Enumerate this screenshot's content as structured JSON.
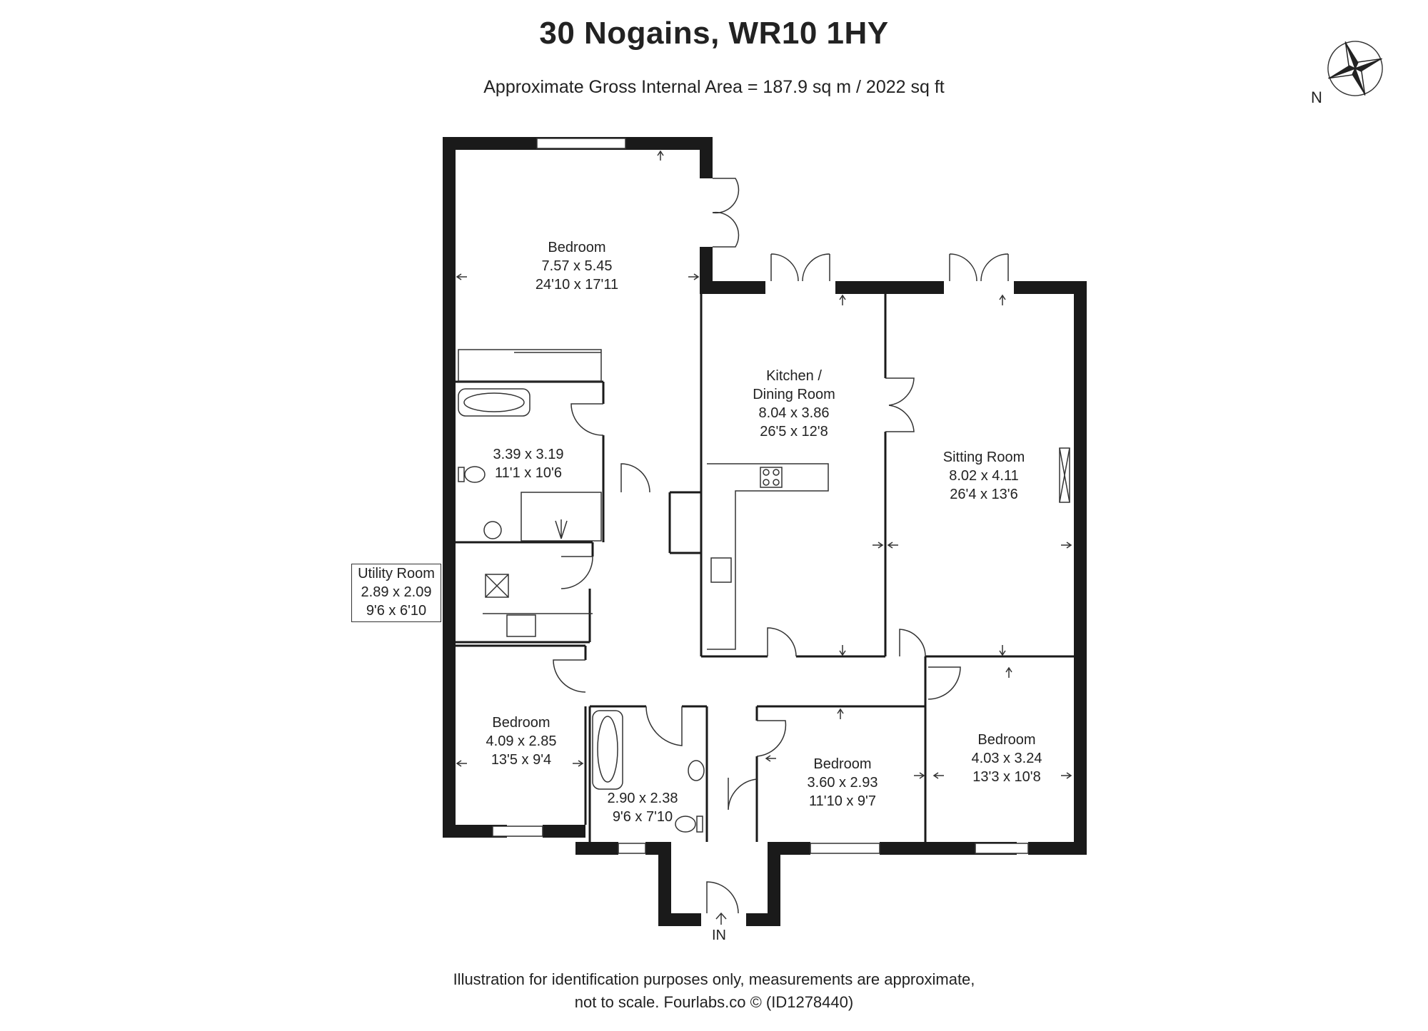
{
  "header": {
    "title": "30 Nogains, WR10 1HY",
    "subtitle": "Approximate Gross Internal Area = 187.9 sq m / 2022 sq ft"
  },
  "compass": {
    "north_label": "N",
    "icon": "compass-rose-icon"
  },
  "rooms": {
    "master_bedroom": {
      "name": "Bedroom",
      "metric": "7.57 x 5.45",
      "imperial": "24'10 x 17'11"
    },
    "ensuite": {
      "name": "",
      "metric": "3.39 x 3.19",
      "imperial": "11'1 x 10'6"
    },
    "utility": {
      "name": "Utility Room",
      "metric": "2.89 x 2.09",
      "imperial": "9'6 x 6'10"
    },
    "kitchen": {
      "name_line1": "Kitchen /",
      "name_line2": "Dining Room",
      "metric": "8.04 x 3.86",
      "imperial": "26'5 x 12'8"
    },
    "sitting": {
      "name": "Sitting Room",
      "metric": "8.02 x 4.11",
      "imperial": "26'4 x 13'6"
    },
    "bedroom_sw": {
      "name": "Bedroom",
      "metric": "4.09 x 2.85",
      "imperial": "13'5 x 9'4"
    },
    "bathroom": {
      "name": "",
      "metric": "2.90 x 2.38",
      "imperial": "9'6 x 7'10"
    },
    "bedroom_mid": {
      "name": "Bedroom",
      "metric": "3.60 x 2.93",
      "imperial": "11'10 x 9'7"
    },
    "bedroom_se": {
      "name": "Bedroom",
      "metric": "4.03 x 3.24",
      "imperial": "13'3 x 10'8"
    }
  },
  "entrance": {
    "label": "IN"
  },
  "footer": {
    "line1": "Illustration for identification purposes only, measurements are approximate,",
    "line2": "not to scale. Fourlabs.co © (ID1278440)"
  }
}
